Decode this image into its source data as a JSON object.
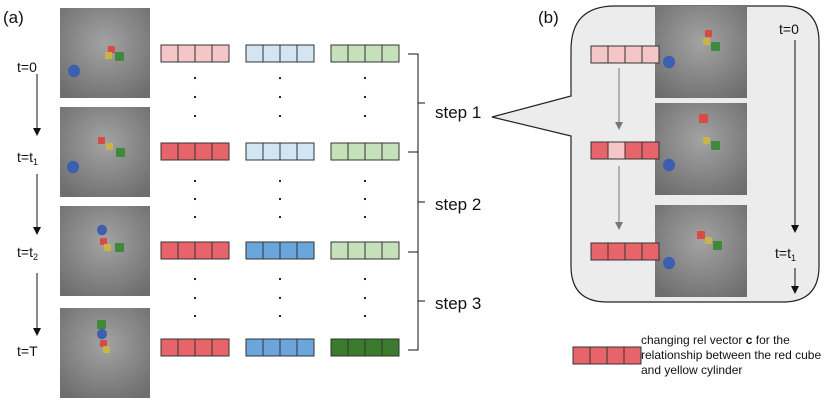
{
  "panel_a_label": "(a)",
  "panel_b_label": "(b)",
  "time_labels": [
    {
      "main": "t=0",
      "sub": ""
    },
    {
      "main": "t=t",
      "sub": "1"
    },
    {
      "main": "t=t",
      "sub": "2"
    },
    {
      "main": "t=T",
      "sub": ""
    }
  ],
  "steps": [
    "step 1",
    "step 2",
    "step 3"
  ],
  "panel_b_time_labels": [
    {
      "main": "t=0",
      "sub": ""
    },
    {
      "main": "t=t",
      "sub": "1"
    }
  ],
  "legend": {
    "pre": "changing rel vector ",
    "bold": "c",
    "post": " for the relationship between the red cube and yellow cylinder"
  },
  "colors": {
    "red_light": "#f4c6c8",
    "red": "#e8646b",
    "blue_light": "#d3e4f3",
    "blue": "#6aa6dc",
    "green_light": "#c5e1b9",
    "green": "#3a7b2d",
    "bubble": "#ececec"
  }
}
